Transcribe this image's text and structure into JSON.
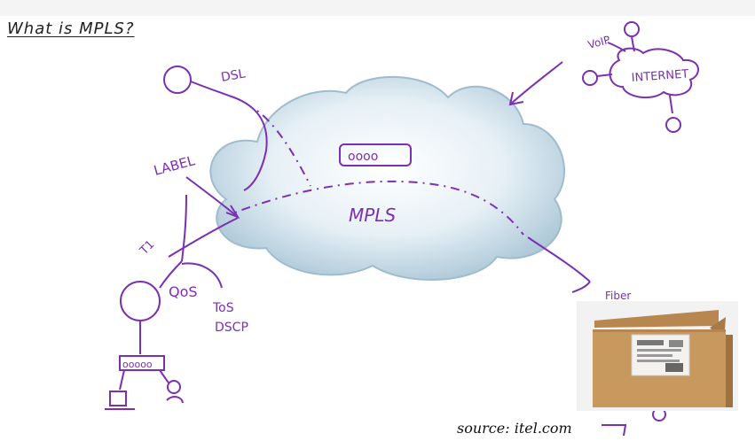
{
  "page": {
    "title": "What is MPLS?",
    "source": "source: itel.com"
  },
  "diagram": {
    "cloud_label": "MPLS",
    "router_text": "oooo",
    "labels": {
      "dsl": "DSL",
      "label": "LABEL",
      "t1": "T1",
      "qos": "QoS",
      "tos": "ToS",
      "dscp": "DSCP",
      "voip": "VoIP",
      "internet": "INTERNET",
      "fiber": "Fiber",
      "switch": "ooooo"
    }
  },
  "colors": {
    "ink": "#7b2fb3",
    "cloud_fill": "#d6e6f0",
    "cloud_edge": "#9fbccd",
    "box": "#c8995f"
  },
  "icons": {
    "box_photo": "cardboard-box-icon"
  }
}
